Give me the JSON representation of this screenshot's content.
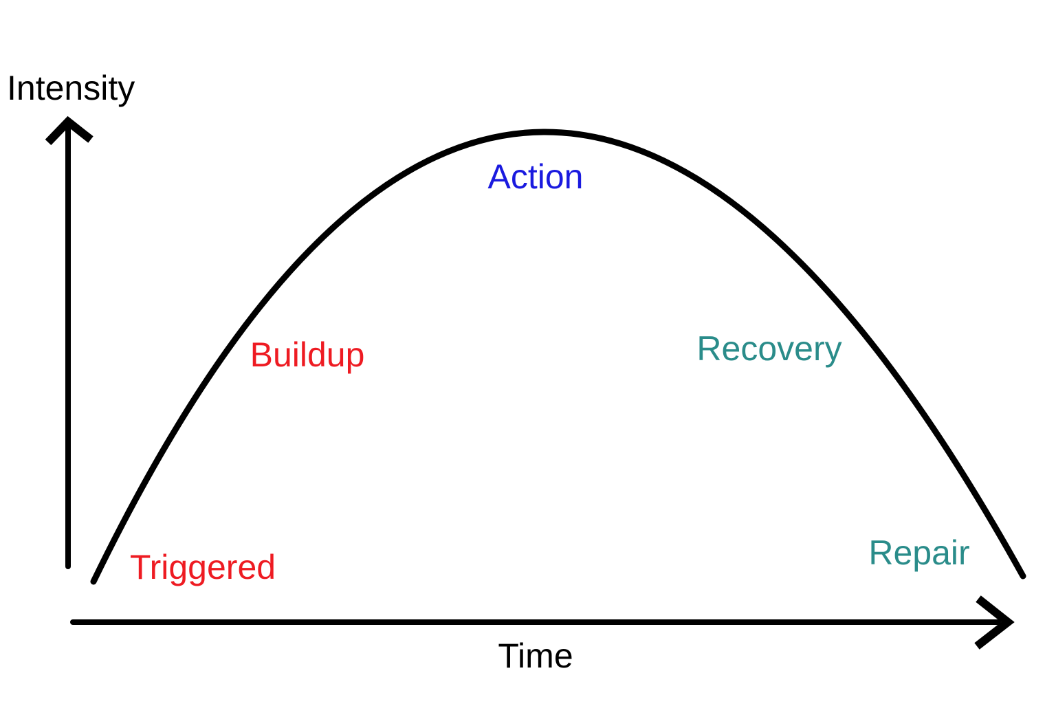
{
  "axes": {
    "y_label": "Intensity",
    "x_label": "Time",
    "color": "#000000"
  },
  "curve": {
    "color": "#000000"
  },
  "phases": [
    {
      "id": "triggered",
      "label": "Triggered",
      "color": "#EE1B22"
    },
    {
      "id": "buildup",
      "label": "Buildup",
      "color": "#EE1B22"
    },
    {
      "id": "action",
      "label": "Action",
      "color": "#1A1ADF"
    },
    {
      "id": "recovery",
      "label": "Recovery",
      "color": "#2A8C8A"
    },
    {
      "id": "repair",
      "label": "Repair",
      "color": "#2A8C8A"
    }
  ]
}
